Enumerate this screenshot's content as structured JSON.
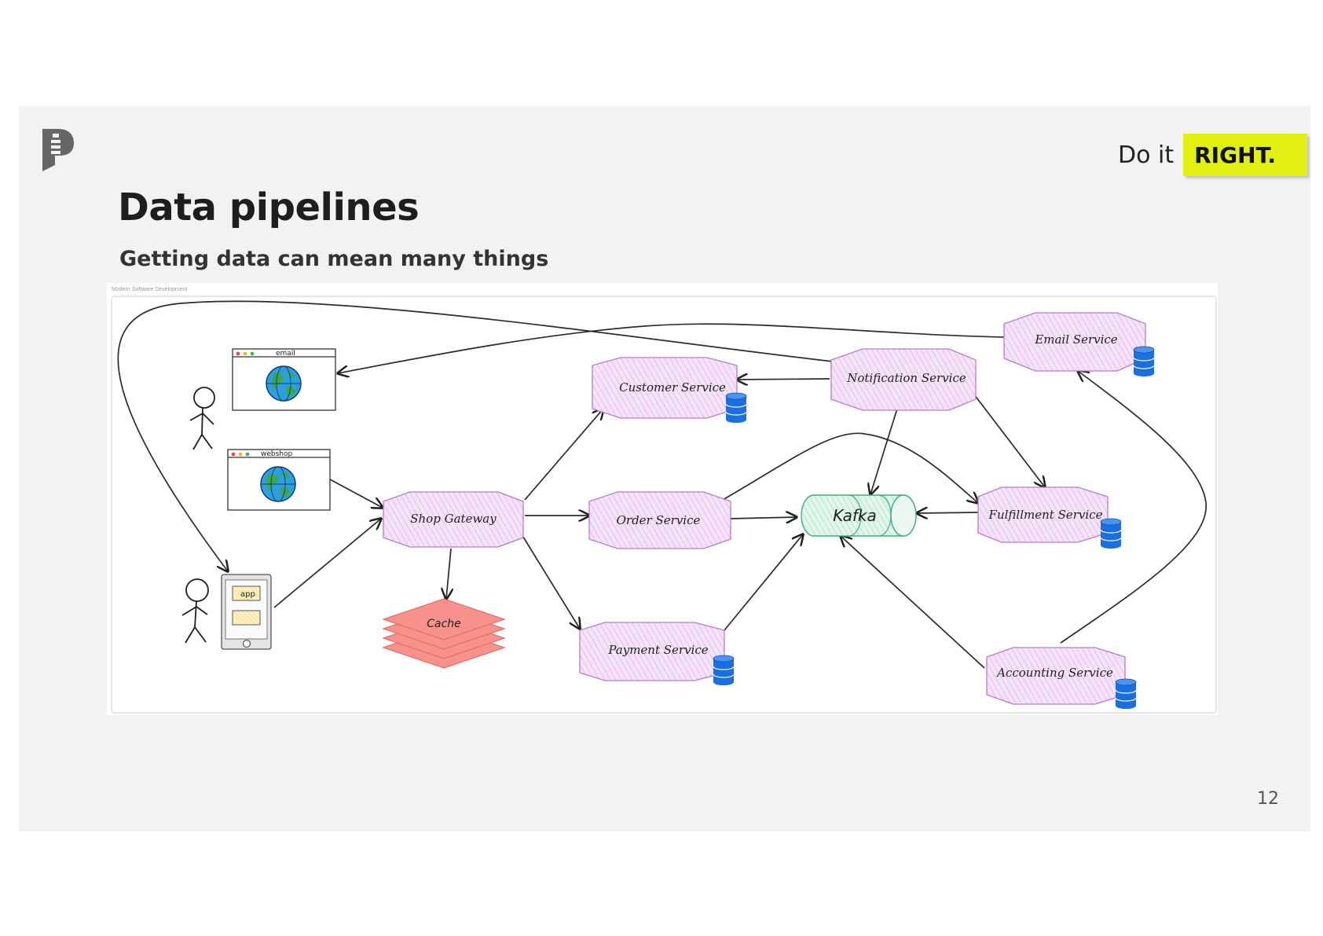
{
  "tagline": {
    "prefix": "Do it",
    "badge": "RIGHT."
  },
  "title": "Data pipelines",
  "subtitle": "Getting data can mean many things",
  "page_number": "12",
  "diagram": {
    "caption": "Modern Software Development",
    "nodes": {
      "email_client": "email",
      "webshop_client": "webshop",
      "mobile_app": "app",
      "shop_gateway": "Shop Gateway",
      "cache": "Cache",
      "customer_service": "Customer Service",
      "order_service": "Order Service",
      "payment_service": "Payment Service",
      "notification_service": "Notification Service",
      "email_service": "Email Service",
      "kafka": "Kafka",
      "fulfillment_service": "Fulfillment Service",
      "accounting_service": "Accounting Service"
    }
  },
  "colors": {
    "accent": "#e1f00f",
    "service_fill": "#f3dcf6",
    "service_stroke": "#b77ad0",
    "cache_fill": "#f6918c",
    "kafka_fill": "#d6f3e4",
    "kafka_stroke": "#3fae7d",
    "database": "#1b6fe0"
  }
}
